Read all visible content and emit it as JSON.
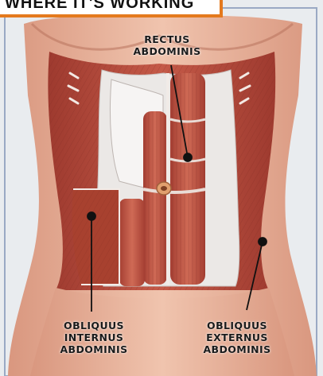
{
  "banner": {
    "text": "WHERE IT'S WORKING"
  },
  "labels": {
    "rectus": [
      "RECTUS",
      "ABDOMINIS"
    ],
    "internus": [
      "OBLIQUUS",
      "INTERNUS",
      "ABDOMINIS"
    ],
    "externus": [
      "OBLIQUUS",
      "EXTERNUS",
      "ABDOMINIS"
    ]
  },
  "colors": {
    "muscle": "#b5473a",
    "muscle_dark": "#8c2f26",
    "skin": "#e8b49e",
    "fascia": "#e9e6e4",
    "frame_accent": "#e47a1e",
    "frame_border": "#9aa9c4"
  }
}
